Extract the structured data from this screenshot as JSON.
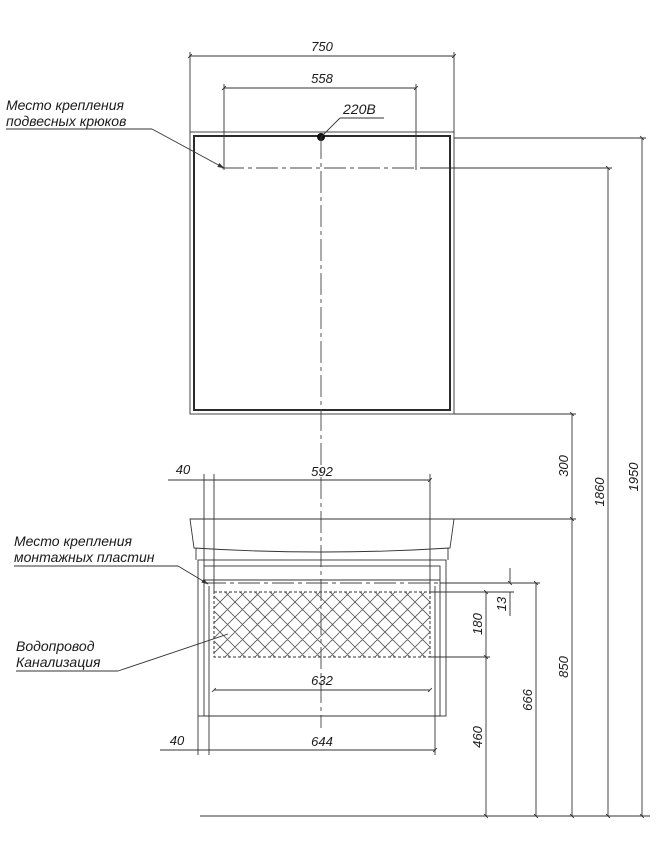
{
  "labels": {
    "hook_mount_line1": "Место крепления",
    "hook_mount_line2": "подвесных крюков",
    "voltage": "220В",
    "plate_mount_line1": "Место крепления",
    "plate_mount_line2": "монтажных пластин",
    "water_line1": "Водопровод",
    "water_line2": "Канализация"
  },
  "dimensions": {
    "mirror_width": "750",
    "hook_spacing": "558",
    "cabinet_offset_top": "40",
    "cabinet_width_top": "592",
    "inner_width": "632",
    "cabinet_offset_bottom": "40",
    "cabinet_width_bottom": "644",
    "plate_gap": "13",
    "utility_zone_height": "180",
    "gap_to_mirror": "300",
    "height_460": "460",
    "height_666": "666",
    "height_850": "850",
    "height_1860": "1860",
    "height_1950": "1950"
  }
}
